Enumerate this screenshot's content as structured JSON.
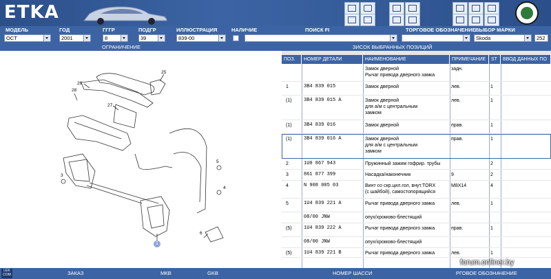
{
  "app": {
    "logo_text": "ETKA",
    "brand_colors": {
      "header": "#3c64a4",
      "skoda_green": "#2f7a3a"
    }
  },
  "toolbar_icons": [
    "print-icon",
    "edit-icon",
    "cart-icon",
    "search-doc-icon",
    "window-icon",
    "arrow-left-icon",
    "copy-icon",
    "arrow-right-icon",
    "back-icon",
    "page-icon",
    "page-last-icon",
    "close-icon"
  ],
  "labels": {
    "model": "МОДЕЛЬ",
    "year": "ГОД",
    "ggr": "ГГГР",
    "podgr": "ПОДГР",
    "illustration": "ИЛЛЮСТРАЦИЯ",
    "availability": "НАЛИЧИЕ",
    "search_fi": "ПОИСК FI",
    "trade_desig": "ТОРГОВОЕ ОБОЗНАЧЕНИЕ",
    "brand_select": "ВЫБОР МАРКИ"
  },
  "fields": {
    "model": "OCT",
    "year": "2001",
    "ggr": "8",
    "podgr": "39",
    "illustration": "839-00",
    "search_fi": "",
    "trade_desig": "",
    "brand": "Skoda",
    "brand_code": "252"
  },
  "subheader": {
    "left": "ОГРАНИЧЕНИЕ",
    "right": "ЗИСОК ВЫБРАННЫХ ПОЗИЦИЙ"
  },
  "table": {
    "headers": {
      "pos": "ПОЗ.",
      "num": "НОМЕР ДЕТАЛИ",
      "name": "НАИМЕНОВАНИЕ",
      "note": "ПРИМЕЧАНИЕ",
      "st": "ST",
      "extra": "ВВОД ДАННЫХ ПО"
    },
    "group_title": "Замок дверной\nРычаг привода дверного замка",
    "group_note": "задн.",
    "rows": [
      {
        "pos": "1",
        "num": "3B4  839  015",
        "name": "Замок дверной",
        "note": "лев.",
        "st": "1"
      },
      {
        "pos": "(1)",
        "num": "3B4  839  015  A",
        "name": "Замок дверной\nдля а/м с центральным\nзамком",
        "note": "лев.",
        "st": "1"
      },
      {
        "pos": "(1)",
        "num": "3B4  839  016",
        "name": "Замок дверной",
        "note": "прав.",
        "st": "1"
      },
      {
        "pos": "(1)",
        "num": "3B4  839  016  A",
        "name": "Замок дверной\nдля а/м с центральным\nзамком",
        "note": "прав.",
        "st": "1"
      },
      {
        "pos": "2",
        "num": "1U0  867  943",
        "name": "Пружинный зажим гофрир. трубы",
        "note": "",
        "st": "2"
      },
      {
        "pos": "3",
        "num": "861  877  399",
        "name": "Насадка/наконечник",
        "note": "9",
        "st": "2"
      },
      {
        "pos": "4",
        "num": "N    908  005  03",
        "name": "Винт со скр.цил.гол, внут.TORX\n(с шайбой), самостопорящийся",
        "note": "M8X14",
        "st": "4"
      },
      {
        "pos": "5",
        "num": "1U4  839  221  A",
        "name": "Рычаг привода дверного замка",
        "note": "лев.",
        "st": "1"
      },
      {
        "pos": "",
        "num": "08/00            JNW",
        "name": "опух/хромово-блестящий",
        "note": "",
        "st": ""
      },
      {
        "pos": "(5)",
        "num": "1U4  839  222  A",
        "name": "Рычаг привода дверного замка",
        "note": "прав.",
        "st": "1"
      },
      {
        "pos": "",
        "num": "08/00            JNW",
        "name": "опух/хромово-блестящий",
        "note": "",
        "st": ""
      },
      {
        "pos": "(5)",
        "num": "1U4  839  221  B",
        "name": "Рычаг привода дверного замка",
        "note": "лев.",
        "st": "1"
      }
    ]
  },
  "diagram_numbers": [
    "26",
    "25",
    "27",
    "28",
    "1",
    "6",
    "5",
    "3",
    "4"
  ],
  "bottom_buttons": [
    "ЗАКАЗ",
    "МКВ",
    "GKB",
    "НОМЕР ШАССИ",
    "РГОВОЕ ОБОЗНАЧЕНИЕ"
  ],
  "bottom_logo": "LEK\nCOM",
  "watermark": "forum.onliner.by"
}
